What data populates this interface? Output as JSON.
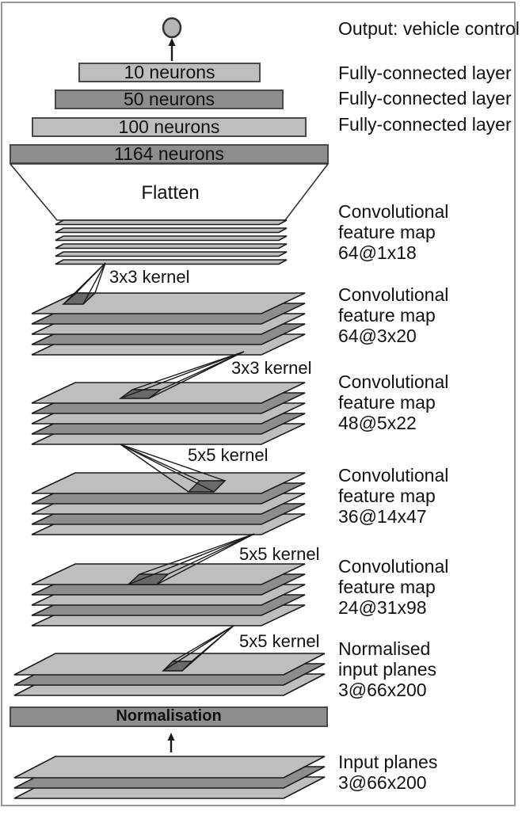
{
  "diagram": {
    "output_label": "Output: vehicle control",
    "fc_layer_labels": [
      "Fully-connected layer",
      "Fully-connected layer",
      "Fully-connected layer"
    ],
    "fc_bars": [
      "10 neurons",
      "50 neurons",
      "100 neurons",
      "1164 neurons"
    ],
    "flatten_label": "Flatten",
    "conv_maps": [
      {
        "lines": [
          "Convolutional",
          "feature map",
          "64@1x18"
        ]
      },
      {
        "lines": [
          "Convolutional",
          "feature map",
          "64@3x20"
        ]
      },
      {
        "lines": [
          "Convolutional",
          "feature map",
          "48@5x22"
        ]
      },
      {
        "lines": [
          "Convolutional",
          "feature map",
          "36@14x47"
        ]
      },
      {
        "lines": [
          "Convolutional",
          "feature map",
          "24@31x98"
        ]
      }
    ],
    "kernel_labels": [
      "3x3 kernel",
      "3x3 kernel",
      "5x5 kernel",
      "5x5 kernel",
      "5x5 kernel"
    ],
    "normalisation_label": "Normalisation",
    "normalised_input_block": {
      "lines": [
        "Normalised",
        "input planes",
        "3@66x200"
      ]
    },
    "input_block": {
      "lines": [
        "Input planes",
        "3@66x200"
      ]
    },
    "colors": {
      "layer_light": "#bebebe",
      "layer_mid": "#8d8d8d",
      "kernel_patch": "#696969",
      "outline": "#1a1a1a",
      "bar_border": "#4a4a4a",
      "frame_border": "#999999",
      "text": "#111111",
      "background": "#ffffff"
    }
  }
}
